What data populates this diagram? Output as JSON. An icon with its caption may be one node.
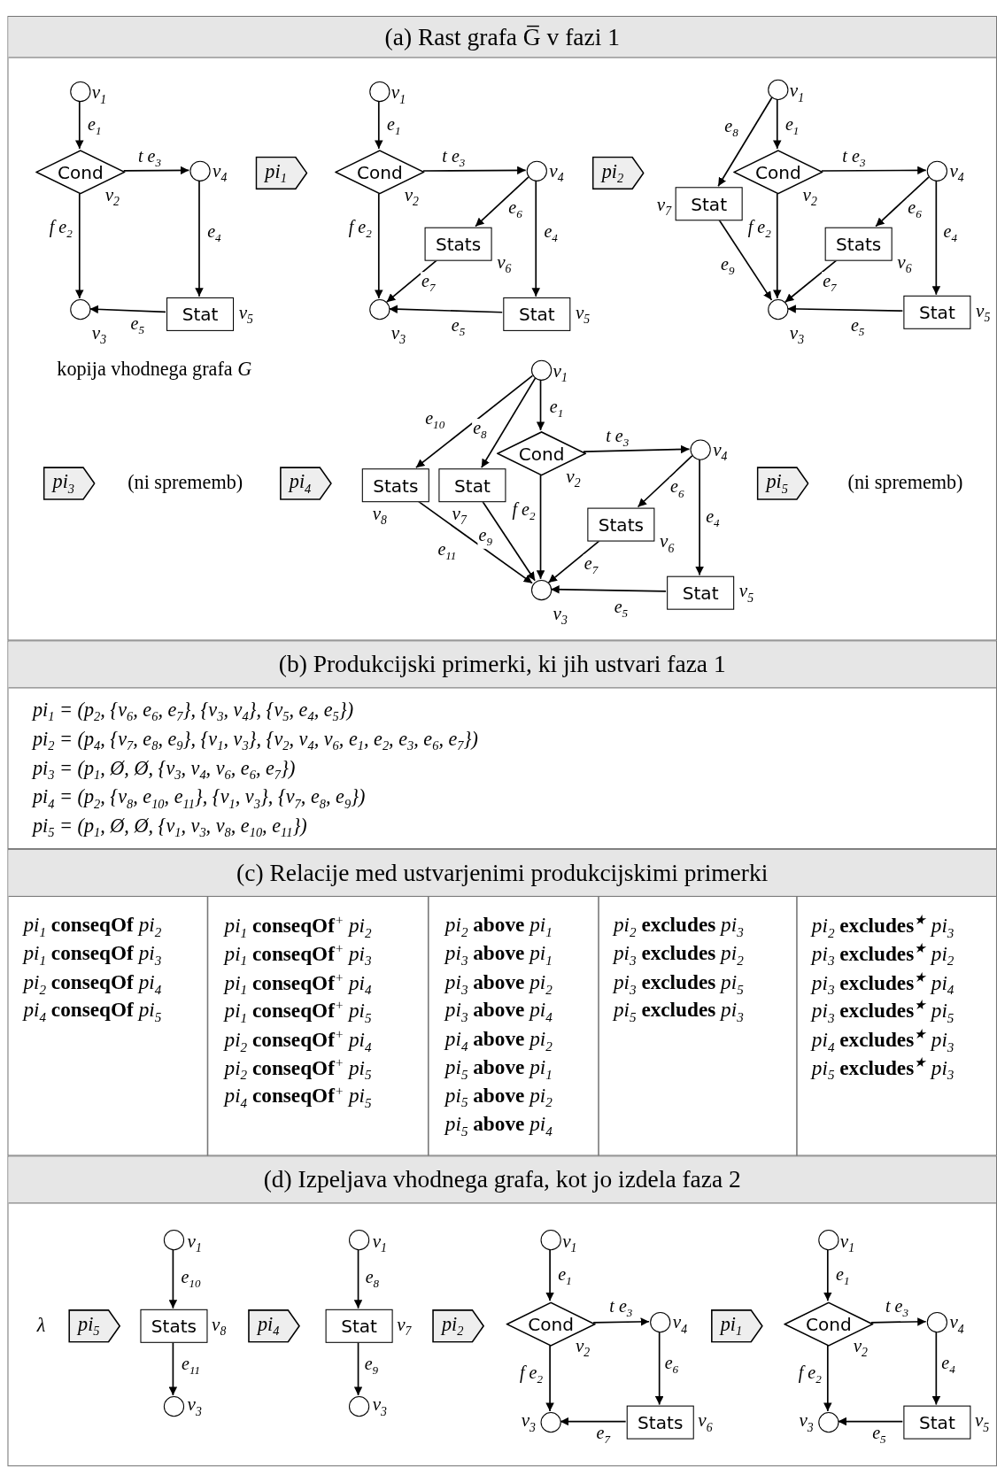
{
  "diagram": {
    "nodes": [
      {
        "text": [
          "(a) Rast grafa G̅ v fazi 1"
        ]
      },
      {
        "text": [],
        "shape": "circle",
        "beside": [
          "v$_{1}$"
        ],
        "in": 0
      },
      {
        "text": [
          "Cond"
        ],
        "beside": [
          "v$_{2}$"
        ],
        "in": 0
      },
      {
        "text": [],
        "shape": "circle",
        "beside": [
          "v$_{4}$"
        ],
        "in": 0
      },
      {
        "text": [],
        "shape": "circle",
        "beside": [
          "v$_{3}$"
        ],
        "in": 0
      },
      {
        "text": [
          "Stat"
        ],
        "beside": [
          "v$_{5}$"
        ],
        "in": 0
      },
      {
        "text": [
          "pi$_{1}$"
        ],
        "in": 0
      },
      {
        "text": [],
        "shape": "circle",
        "beside": [
          "v$_{1}$"
        ],
        "in": 0
      },
      {
        "text": [
          "Cond"
        ],
        "beside": [
          "v$_{2}$"
        ],
        "in": 0
      },
      {
        "text": [],
        "shape": "circle",
        "beside": [
          "v$_{4}$"
        ],
        "in": 0
      },
      {
        "text": [
          "Stats"
        ],
        "beside": [
          "v$_{6}$"
        ],
        "in": 0
      },
      {
        "text": [],
        "shape": "circle",
        "beside": [
          "v$_{3}$"
        ],
        "in": 0
      },
      {
        "text": [
          "Stat"
        ],
        "beside": [
          "v$_{5}$"
        ],
        "in": 0
      },
      {
        "text": [
          "pi$_{2}$"
        ],
        "in": 0
      },
      {
        "text": [],
        "shape": "circle",
        "beside": [
          "v$_{1}$"
        ],
        "in": 0
      },
      {
        "text": [
          "Stat"
        ],
        "beside": [
          "v$_{7}$"
        ],
        "in": 0
      },
      {
        "text": [
          "Cond"
        ],
        "beside": [
          "v$_{2}$"
        ],
        "in": 0
      },
      {
        "text": [],
        "shape": "circle",
        "beside": [
          "v$_{4}$"
        ],
        "in": 0
      },
      {
        "text": [
          "Stats"
        ],
        "beside": [
          "v$_{6}$"
        ],
        "in": 0
      },
      {
        "text": [],
        "shape": "circle",
        "beside": [
          "v$_{3}$"
        ],
        "in": 0
      },
      {
        "text": [
          "Stat"
        ],
        "beside": [
          "v$_{5}$"
        ],
        "in": 0
      },
      {
        "text": [
          "pi$_{3}$"
        ],
        "in": 0
      },
      {
        "text": [
          "pi$_{4}$"
        ],
        "in": 0
      },
      {
        "text": [],
        "shape": "circle",
        "beside": [
          "v$_{1}$"
        ],
        "in": 0
      },
      {
        "text": [
          "Stats"
        ],
        "beside": [
          "v$_{8}$"
        ],
        "in": 0
      },
      {
        "text": [
          "Stat"
        ],
        "beside": [
          "v$_{7}$"
        ],
        "in": 0
      },
      {
        "text": [
          "Cond"
        ],
        "beside": [
          "v$_{2}$"
        ],
        "in": 0
      },
      {
        "text": [],
        "shape": "circle",
        "beside": [
          "v$_{4}$"
        ],
        "in": 0
      },
      {
        "text": [
          "Stats"
        ],
        "beside": [
          "v$_{6}$"
        ],
        "in": 0
      },
      {
        "text": [],
        "shape": "circle",
        "beside": [
          "v$_{3}$"
        ],
        "in": 0
      },
      {
        "text": [
          "Stat"
        ],
        "beside": [
          "v$_{5}$"
        ],
        "in": 0
      },
      {
        "text": [
          "pi$_{5}$"
        ],
        "in": 0
      },
      {
        "text": [
          "(b) Produkcijski primerki, ki jih ustvari faza 1"
        ]
      },
      {
        "text": [
          "(c) Relacije med ustvarjenimi produkcijskimi primerki"
        ]
      },
      {
        "text": [
          "(d) Izpeljava vhodnega grafa, kot jo izdela faza 2"
        ]
      },
      {
        "text": [
          "pi$_{5}$"
        ],
        "in": 34
      },
      {
        "text": [],
        "shape": "circle",
        "beside": [
          "v$_{1}$"
        ],
        "in": 34
      },
      {
        "text": [
          "Stats"
        ],
        "beside": [
          "v$_{8}$"
        ],
        "in": 34
      },
      {
        "text": [],
        "shape": "circle",
        "beside": [
          "v$_{3}$"
        ],
        "in": 34
      },
      {
        "text": [
          "pi$_{4}$"
        ],
        "in": 34
      },
      {
        "text": [],
        "shape": "circle",
        "beside": [
          "v$_{1}$"
        ],
        "in": 34
      },
      {
        "text": [
          "Stat"
        ],
        "beside": [
          "v$_{7}$"
        ],
        "in": 34
      },
      {
        "text": [],
        "shape": "circle",
        "beside": [
          "v$_{3}$"
        ],
        "in": 34
      },
      {
        "text": [
          "pi$_{2}$"
        ],
        "in": 34
      },
      {
        "text": [],
        "shape": "circle",
        "beside": [
          "v$_{1}$"
        ],
        "in": 34
      },
      {
        "text": [
          "Cond"
        ],
        "beside": [
          "v$_{2}$"
        ],
        "in": 34
      },
      {
        "text": [],
        "shape": "circle",
        "beside": [
          "v$_{4}$"
        ],
        "in": 34
      },
      {
        "text": [],
        "shape": "circle",
        "beside": [
          "v$_{3}$"
        ],
        "in": 34
      },
      {
        "text": [
          "Stats"
        ],
        "beside": [
          "v$_{6}$"
        ],
        "in": 34
      },
      {
        "text": [
          "pi$_{1}$"
        ],
        "in": 34
      },
      {
        "text": [],
        "shape": "circle",
        "beside": [
          "v$_{1}$"
        ],
        "in": 34
      },
      {
        "text": [
          "Cond"
        ],
        "beside": [
          "v$_{2}$"
        ],
        "in": 34
      },
      {
        "text": [],
        "shape": "circle",
        "beside": [
          "v$_{4}$"
        ],
        "in": 34
      },
      {
        "text": [],
        "shape": "circle",
        "beside": [
          "v$_{3}$"
        ],
        "in": 34
      },
      {
        "text": [
          "Stat"
        ],
        "beside": [
          "v$_{5}$"
        ],
        "in": 34
      }
    ],
    "edges": [
      {
        "from": 1,
        "to": 2,
        "arrow": "to",
        "label": "e$_{1}$"
      },
      {
        "from": 2,
        "to": 3,
        "arrow": "to",
        "label": "t e$_{3}$"
      },
      {
        "from": 2,
        "to": 4,
        "arrow": "to",
        "label": "f e$_{2}$"
      },
      {
        "from": 3,
        "to": 5,
        "arrow": "to",
        "label": "e$_{4}$"
      },
      {
        "from": 5,
        "to": 4,
        "arrow": "to",
        "label": "e$_{5}$"
      },
      {
        "from": 7,
        "to": 8,
        "arrow": "to",
        "label": "e$_{1}$"
      },
      {
        "from": 8,
        "to": 9,
        "arrow": "to",
        "label": "t e$_{3}$"
      },
      {
        "from": 8,
        "to": 11,
        "arrow": "to",
        "label": "f e$_{2}$"
      },
      {
        "from": 9,
        "to": 10,
        "arrow": "to",
        "label": "e$_{6}$"
      },
      {
        "from": 9,
        "to": 12,
        "arrow": "to",
        "label": "e$_{4}$"
      },
      {
        "from": 10,
        "to": 11,
        "arrow": "to",
        "label": "e$_{7}$"
      },
      {
        "from": 12,
        "to": 11,
        "arrow": "to",
        "label": "e$_{5}$"
      },
      {
        "from": 14,
        "to": 15,
        "arrow": "to",
        "label": "e$_{8}$"
      },
      {
        "from": 14,
        "to": 16,
        "arrow": "to",
        "label": "e$_{1}$"
      },
      {
        "from": 16,
        "to": 17,
        "arrow": "to",
        "label": "t e$_{3}$"
      },
      {
        "from": 16,
        "to": 19,
        "arrow": "to",
        "label": "f e$_{2}$"
      },
      {
        "from": 17,
        "to": 18,
        "arrow": "to",
        "label": "e$_{6}$"
      },
      {
        "from": 17,
        "to": 20,
        "arrow": "to",
        "label": "e$_{4}$"
      },
      {
        "from": 15,
        "to": 19,
        "arrow": "to",
        "label": "e$_{9}$"
      },
      {
        "from": 18,
        "to": 19,
        "arrow": "to",
        "label": "e$_{7}$"
      },
      {
        "from": 20,
        "to": 19,
        "arrow": "to",
        "label": "e$_{5}$"
      },
      {
        "from": 23,
        "to": 24,
        "arrow": "to",
        "label": "e$_{10}$"
      },
      {
        "from": 23,
        "to": 25,
        "arrow": "to",
        "label": "e$_{8}$"
      },
      {
        "from": 23,
        "to": 26,
        "arrow": "to",
        "label": "e$_{1}$"
      },
      {
        "from": 26,
        "to": 27,
        "arrow": "to",
        "label": "t e$_{3}$"
      },
      {
        "from": 26,
        "to": 29,
        "arrow": "to",
        "label": "f e$_{2}$"
      },
      {
        "from": 27,
        "to": 28,
        "arrow": "to",
        "label": "e$_{6}$"
      },
      {
        "from": 27,
        "to": 30,
        "arrow": "to",
        "label": "e$_{4}$"
      },
      {
        "from": 24,
        "to": 29,
        "arrow": "to",
        "label": "e$_{11}$"
      },
      {
        "from": 25,
        "to": 29,
        "arrow": "to",
        "label": "e$_{9}$"
      },
      {
        "from": 28,
        "to": 29,
        "arrow": "to",
        "label": "e$_{7}$"
      },
      {
        "from": 30,
        "to": 29,
        "arrow": "to",
        "label": "e$_{5}$"
      },
      {
        "from": 36,
        "to": 37,
        "arrow": "to",
        "label": "e$_{10}$"
      },
      {
        "from": 37,
        "to": 38,
        "arrow": "to",
        "label": "e$_{11}$"
      },
      {
        "from": 40,
        "to": 41,
        "arrow": "to",
        "label": "e$_{8}$"
      },
      {
        "from": 41,
        "to": 42,
        "arrow": "to",
        "label": "e$_{9}$"
      },
      {
        "from": 44,
        "to": 45,
        "arrow": "to",
        "label": "e$_{1}$"
      },
      {
        "from": 45,
        "to": 46,
        "arrow": "to",
        "label": "t e$_{3}$"
      },
      {
        "from": 45,
        "to": 47,
        "arrow": "to",
        "label": "f e$_{2}$"
      },
      {
        "from": 46,
        "to": 48,
        "arrow": "to",
        "label": "e$_{6}$"
      },
      {
        "from": 48,
        "to": 47,
        "arrow": "to",
        "label": "e$_{7}$"
      },
      {
        "from": 50,
        "to": 51,
        "arrow": "to",
        "label": "e$_{1}$"
      },
      {
        "from": 51,
        "to": 52,
        "arrow": "to",
        "label": "t e$_{3}$"
      },
      {
        "from": 51,
        "to": 53,
        "arrow": "to",
        "label": "f e$_{2}$"
      },
      {
        "from": 52,
        "to": 54,
        "arrow": "to",
        "label": "e$_{4}$"
      },
      {
        "from": 54,
        "to": 53,
        "arrow": "to",
        "label": "e$_{5}$"
      }
    ],
    "labels": [
      "kopija vhodnega grafa *G*",
      "(ni sprememb)",
      "(ni sprememb)",
      "pi$_{1}$ = (p$_{2}$, {v$_{6}$, e$_{6}$, e$_{7}$}, {v$_{3}$, v$_{4}$}, {v$_{5}$, e$_{4}$, e$_{5}$})",
      "pi$_{2}$ = (p$_{4}$, {v$_{7}$, e$_{8}$, e$_{9}$}, {v$_{1}$, v$_{3}$}, {v$_{2}$, v$_{4}$, v$_{6}$, e$_{1}$, e$_{2}$, e$_{3}$, e$_{6}$, e$_{7}$})",
      "pi$_{3}$ = (p$_{1}$, Ø, Ø, {v$_{3}$, v$_{4}$, v$_{6}$, e$_{6}$, e$_{7}$})",
      "pi$_{4}$ = (p$_{2}$, {v$_{8}$, e$_{10}$, e$_{11}$}, {v$_{1}$, v$_{3}$}, {v$_{7}$, e$_{8}$, e$_{9}$})",
      "pi$_{5}$ = (p$_{1}$, Ø, Ø, {v$_{1}$, v$_{3}$, v$_{8}$, e$_{10}$, e$_{11}$})",
      "pi$_{1}$ **conseqOf** pi$_{2}$",
      "pi$_{1}$ **conseqOf** pi$_{3}$",
      "pi$_{2}$ **conseqOf** pi$_{4}$",
      "pi$_{4}$ **conseqOf** pi$_{5}$",
      "pi$_{1}$ **conseqOf**$^{+}$ pi$_{2}$",
      "pi$_{1}$ **conseqOf**$^{+}$ pi$_{3}$",
      "pi$_{1}$ **conseqOf**$^{+}$ pi$_{4}$",
      "pi$_{1}$ **conseqOf**$^{+}$ pi$_{5}$",
      "pi$_{2}$ **conseqOf**$^{+}$ pi$_{4}$",
      "pi$_{2}$ **conseqOf**$^{+}$ pi$_{5}$",
      "pi$_{4}$ **conseqOf**$^{+}$ pi$_{5}$",
      "pi$_{2}$ **above** pi$_{1}$",
      "pi$_{3}$ **above** pi$_{1}$",
      "pi$_{3}$ **above** pi$_{2}$",
      "pi$_{3}$ **above** pi$_{4}$",
      "pi$_{4}$ **above** pi$_{2}$",
      "pi$_{5}$ **above** pi$_{1}$",
      "pi$_{5}$ **above** pi$_{2}$",
      "pi$_{5}$ **above** pi$_{4}$",
      "pi$_{2}$ **excludes** pi$_{3}$",
      "pi$_{3}$ **excludes** pi$_{2}$",
      "pi$_{3}$ **excludes** pi$_{5}$",
      "pi$_{5}$ **excludes** pi$_{3}$",
      "pi$_{2}$ **excludes**$^{★}$ pi$_{3}$",
      "pi$_{3}$ **excludes**$^{★}$ pi$_{2}$",
      "pi$_{3}$ **excludes**$^{★}$ pi$_{4}$",
      "pi$_{3}$ **excludes**$^{★}$ pi$_{5}$",
      "pi$_{4}$ **excludes**$^{★}$ pi$_{3}$",
      "pi$_{5}$ **excludes**$^{★}$ pi$_{3}$",
      "λ"
    ]
  }
}
